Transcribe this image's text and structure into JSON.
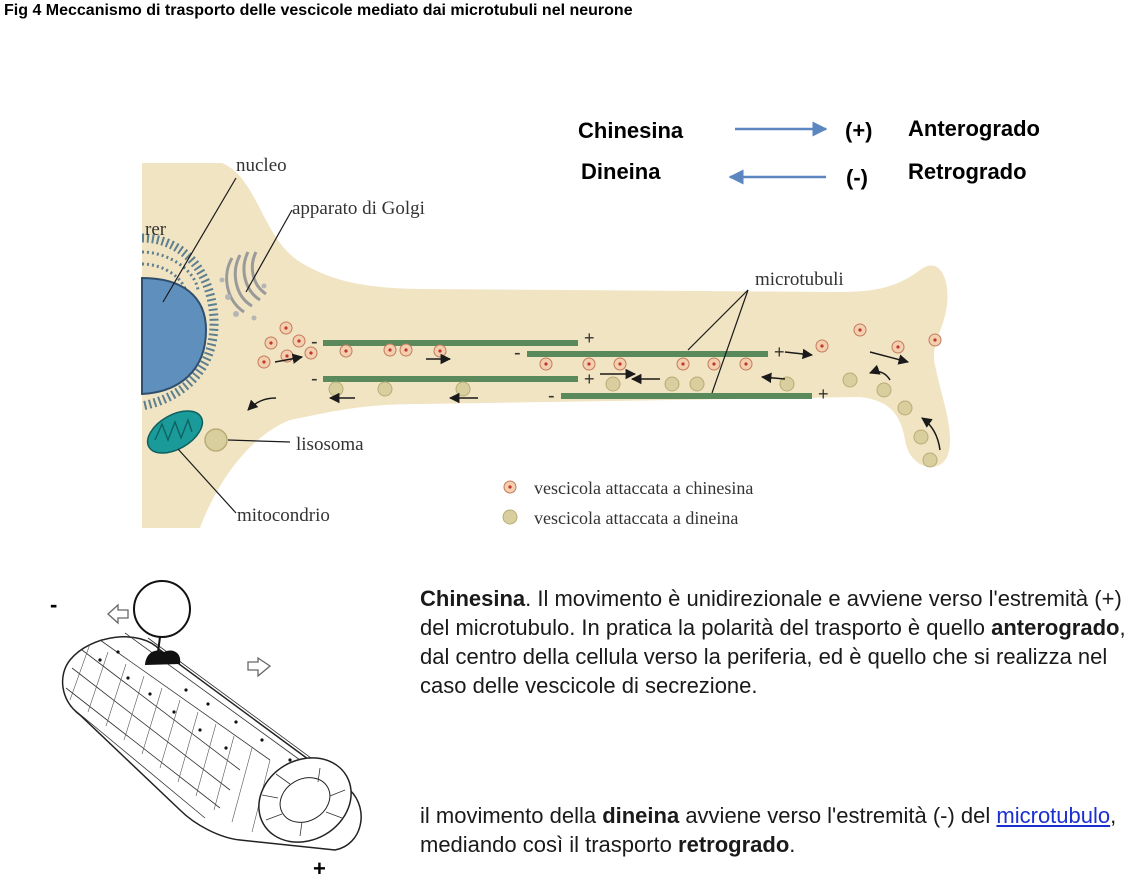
{
  "title": "Fig 4 Meccanismo di trasporto delle vescicole mediato dai microtubuli nel neurone",
  "legend_motors": {
    "row1": {
      "motor": "Chinesina",
      "end": "(+)",
      "direction": "Anterogrado"
    },
    "row2": {
      "motor": "Dineina",
      "end": "(-)",
      "direction": "Retrogrado"
    },
    "arrow_color": "#5b86c0"
  },
  "neuron_labels": {
    "nucleus": "nucleo",
    "golgi": "apparato di Golgi",
    "rer": "rer",
    "microtubules": "microtubuli",
    "lysosome": "lisosoma",
    "mitochondrion": "mitocondrio",
    "plus": "+",
    "minus": "-"
  },
  "vesicle_legend": {
    "kinesin": "vescicola attaccata a chinesina",
    "dynein": "vescicola attaccata a dineina"
  },
  "microtubule_figure": {
    "minus_end": "-",
    "plus_end": "+"
  },
  "description": {
    "p1_bold": "Chinesina",
    "p1_a": ". Il movimento è unidirezionale e avviene verso l'estremità (+) del microtubulo. In pratica la polarità del trasporto è quello ",
    "p1_bold2": "anterogrado",
    "p1_b": ", dal centro della cellula verso la periferia, ed è quello che si realizza nel caso delle vescicole di secrezione.",
    "p2_a": "il movimento della ",
    "p2_bold": "dineina",
    "p2_b": " avviene verso l'estremità (-) del ",
    "p2_link": "microtubulo",
    "p2_c": ", mediando così il trasporto ",
    "p2_bold2": "retrogrado",
    "p2_d": "."
  },
  "colors": {
    "cytoplasm": "#f1e4c3",
    "nucleus": "#5f8fbc",
    "microtubule": "#5a8a5c",
    "mitochondrion": "#1a9a98",
    "kinesin_vesicle": "#f2cfae",
    "dynein_vesicle": "#d9cf9e"
  }
}
